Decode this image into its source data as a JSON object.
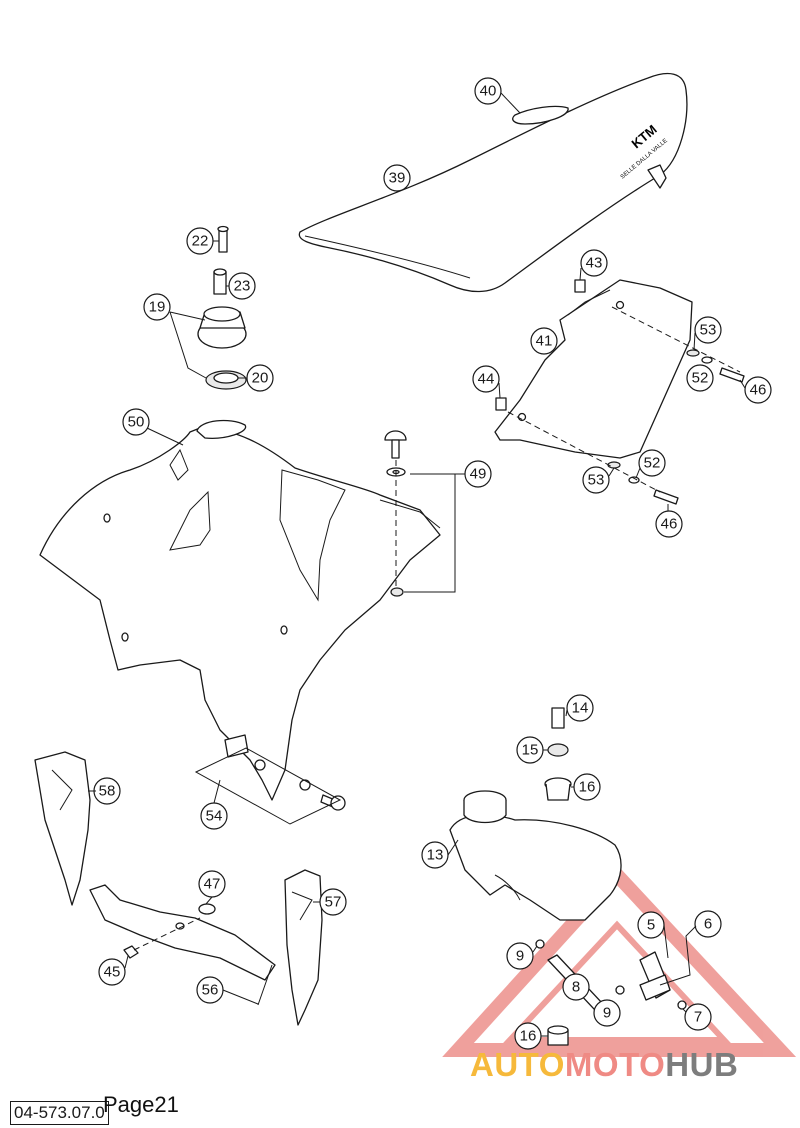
{
  "diagram": {
    "reference_code": "04-573.07.0",
    "page_label": "Page21",
    "seat_logo_text": "KTM",
    "seat_brand_text": "SELLE DALLA VALLE"
  },
  "callouts": [
    {
      "id": "c39",
      "label": "39"
    },
    {
      "id": "c40",
      "label": "40"
    },
    {
      "id": "c22",
      "label": "22"
    },
    {
      "id": "c23",
      "label": "23"
    },
    {
      "id": "c19",
      "label": "19"
    },
    {
      "id": "c20",
      "label": "20"
    },
    {
      "id": "c43",
      "label": "43"
    },
    {
      "id": "c41",
      "label": "41"
    },
    {
      "id": "c53a",
      "label": "53"
    },
    {
      "id": "c52a",
      "label": "52"
    },
    {
      "id": "c46a",
      "label": "46"
    },
    {
      "id": "c44",
      "label": "44"
    },
    {
      "id": "c52b",
      "label": "52"
    },
    {
      "id": "c53b",
      "label": "53"
    },
    {
      "id": "c46b",
      "label": "46"
    },
    {
      "id": "c50",
      "label": "50"
    },
    {
      "id": "c49",
      "label": "49"
    },
    {
      "id": "c14",
      "label": "14"
    },
    {
      "id": "c15",
      "label": "15"
    },
    {
      "id": "c16a",
      "label": "16"
    },
    {
      "id": "c58",
      "label": "58"
    },
    {
      "id": "c54",
      "label": "54"
    },
    {
      "id": "c13",
      "label": "13"
    },
    {
      "id": "c47",
      "label": "47"
    },
    {
      "id": "c57",
      "label": "57"
    },
    {
      "id": "c5",
      "label": "5"
    },
    {
      "id": "c6",
      "label": "6"
    },
    {
      "id": "c9a",
      "label": "9"
    },
    {
      "id": "c8",
      "label": "8"
    },
    {
      "id": "c9b",
      "label": "9"
    },
    {
      "id": "c7",
      "label": "7"
    },
    {
      "id": "c16b",
      "label": "16"
    },
    {
      "id": "c45",
      "label": "45"
    },
    {
      "id": "c56",
      "label": "56"
    }
  ],
  "watermark": {
    "part1": "AUTO",
    "part2": "MOTO",
    "part3": "HUB"
  }
}
